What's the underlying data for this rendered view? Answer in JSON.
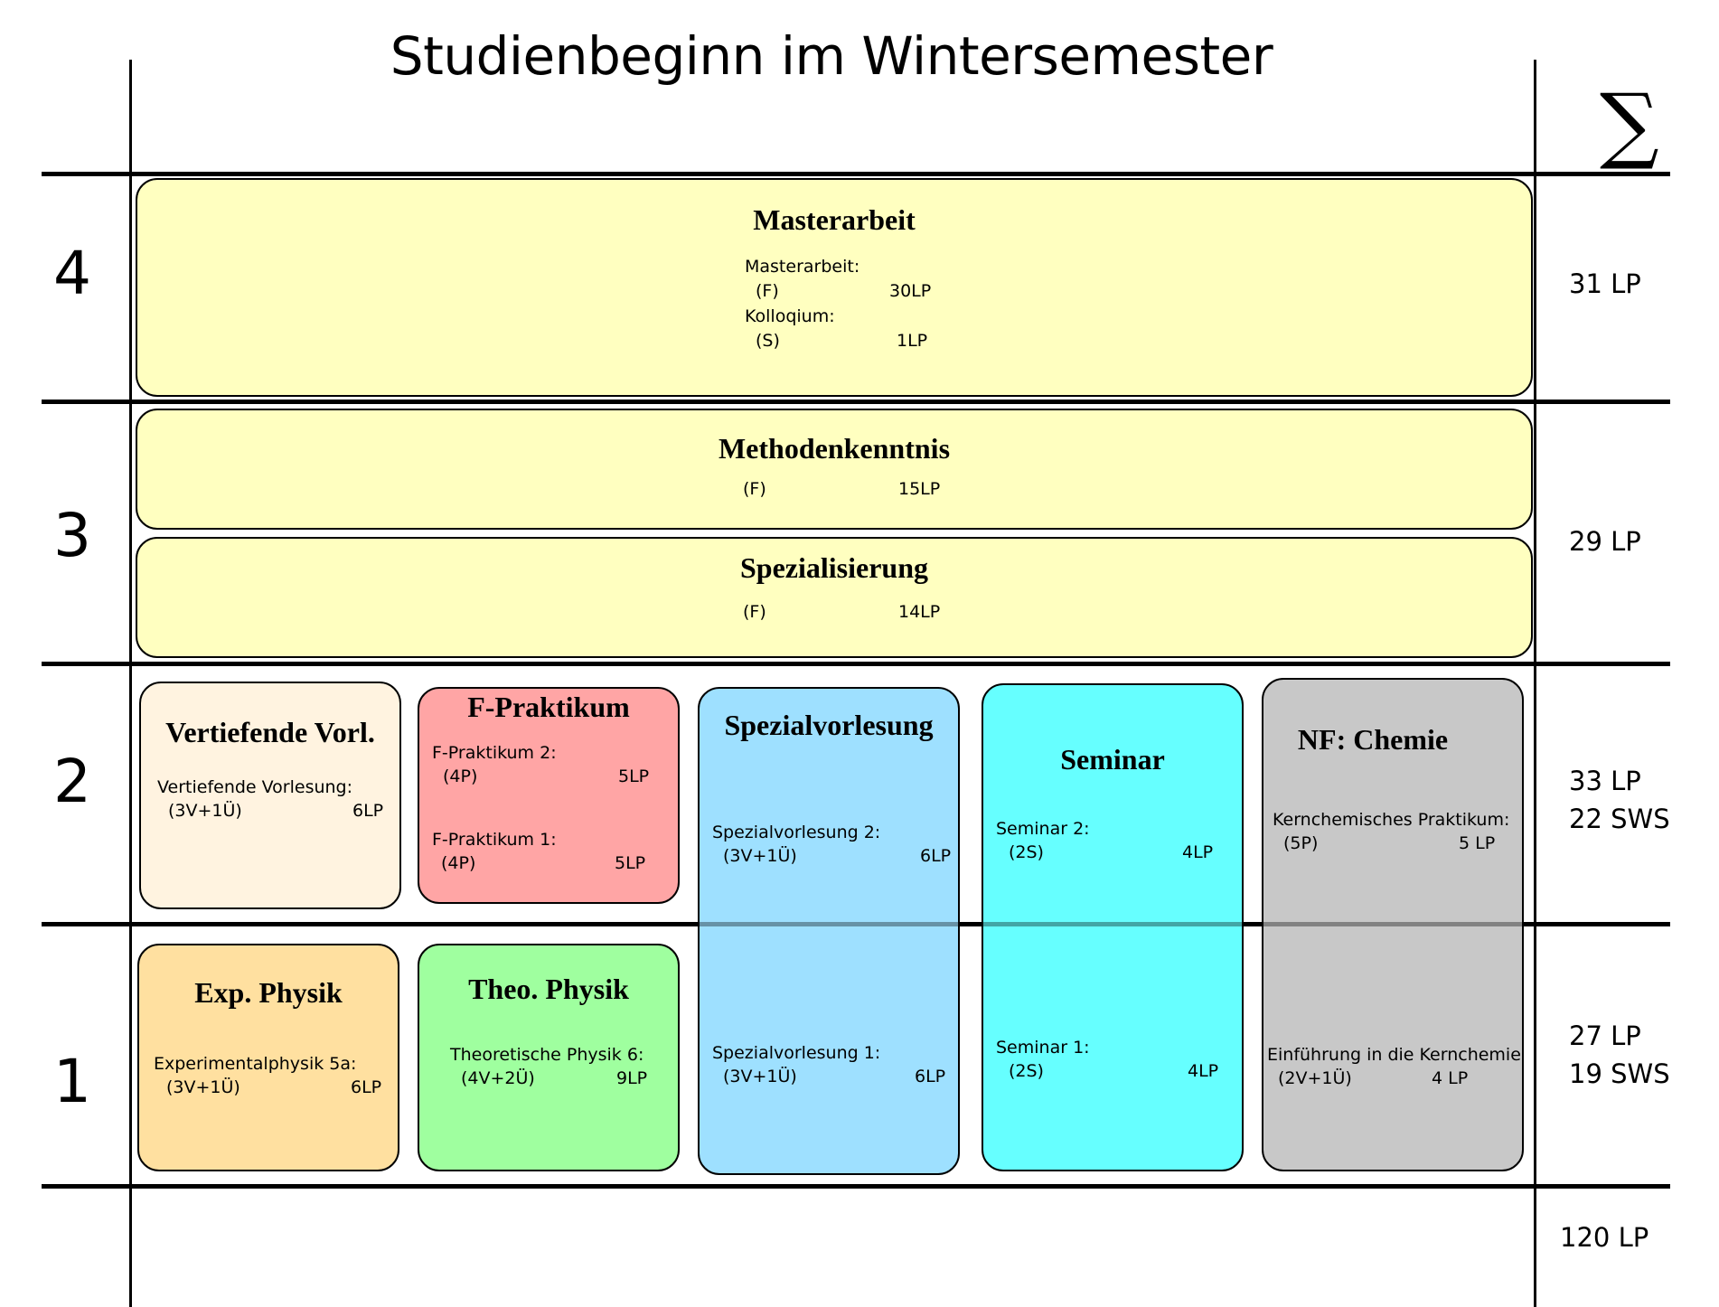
{
  "title": "Studienbeginn im Wintersemester",
  "sum_symbol": "∑",
  "semesters": [
    "4",
    "3",
    "2",
    "1"
  ],
  "sums": {
    "s4": [
      "31 LP"
    ],
    "s3": [
      "29 LP"
    ],
    "s2": [
      "33 LP",
      "22 SWS"
    ],
    "s1": [
      "27 LP",
      "19 SWS"
    ],
    "total": "120 LP"
  },
  "masterarbeit": {
    "title": "Masterarbeit",
    "line1_label": "Masterarbeit:",
    "line1_type": "(F)",
    "line1_lp": "30LP",
    "line2_label": "Kolloqium:",
    "line2_type": "(S)",
    "line2_lp": "1LP"
  },
  "methodenkenntnis": {
    "title": "Methodenkenntnis",
    "type": "(F)",
    "lp": "15LP"
  },
  "spezialisierung": {
    "title": "Spezialisierung",
    "type": "(F)",
    "lp": "14LP"
  },
  "vertiefende": {
    "title": "Vertiefende Vorl.",
    "label": "Vertiefende Vorlesung:",
    "type": "(3V+1Ü)",
    "lp": "6LP"
  },
  "fpraktikum": {
    "title": "F-Praktikum",
    "a_label": "F-Praktikum 2:",
    "a_type": "(4P)",
    "a_lp": "5LP",
    "b_label": "F-Praktikum 1:",
    "b_type": "(4P)",
    "b_lp": "5LP"
  },
  "spezialvorlesung": {
    "title": "Spezialvorlesung",
    "a_label": "Spezialvorlesung 2:",
    "a_type": "(3V+1Ü)",
    "a_lp": "6LP",
    "b_label": "Spezialvorlesung 1:",
    "b_type": "(3V+1Ü)",
    "b_lp": "6LP"
  },
  "seminar": {
    "title": "Seminar",
    "a_label": "Seminar 2:",
    "a_type": "(2S)",
    "a_lp": "4LP",
    "b_label": "Seminar 1:",
    "b_type": "(2S)",
    "b_lp": "4LP"
  },
  "chemie": {
    "title": "NF: Chemie",
    "a_label": "Kernchemisches Praktikum:",
    "a_type": "(5P)",
    "a_lp": "5 LP",
    "b_label": "Einführung in die Kernchemie:",
    "b_type": "(2V+1Ü)",
    "b_lp": "4 LP"
  },
  "expphysik": {
    "title": "Exp. Physik",
    "label": "Experimentalphysik 5a:",
    "type": "(3V+1Ü)",
    "lp": "6LP"
  },
  "theophysik": {
    "title": "Theo. Physik",
    "label": "Theoretische Physik 6:",
    "type": "(4V+2Ü)",
    "lp": "9LP"
  },
  "colors": {
    "yellow": "#ffffc0",
    "vertiefende": "#fff3e0",
    "fpraktikum": "#ffa5a5",
    "spezialvorlesung": "#9ee0ff",
    "seminar": "#66ffff",
    "chemie": "#c8c8c8",
    "expphysik": "#ffe0a0",
    "theophysik": "#9fff9f"
  }
}
